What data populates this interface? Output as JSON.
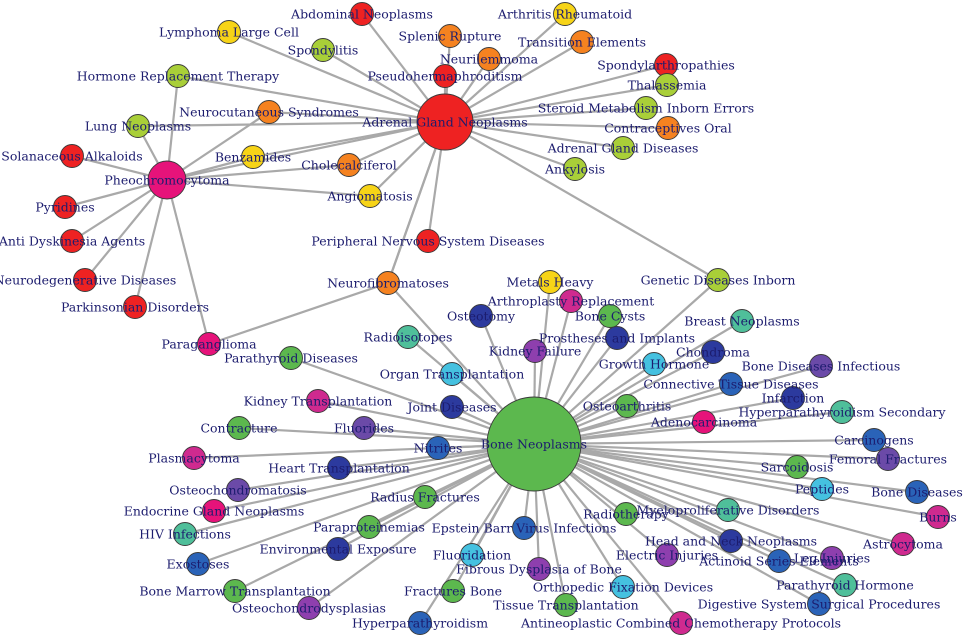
{
  "colors": {
    "red": "#ee2222",
    "orange": "#f58220",
    "yellow": "#f7d417",
    "lime": "#a9cf38",
    "green": "#5cb84e",
    "teal": "#4fbf9a",
    "cyan": "#45c1e0",
    "blue": "#2a63b8",
    "navy": "#2c3a9e",
    "purple": "#6b4aa8",
    "violet": "#8e3fae",
    "magenta": "#cf2a8f",
    "pink": "#e6137a"
  },
  "hubs": {
    "adrenal": {
      "label": "Adrenal Gland Neoplasms",
      "color": "red"
    },
    "pheo": {
      "label": "Pheochromocytoma",
      "color": "pink"
    },
    "bone": {
      "label": "Bone Neoplasms",
      "color": "green"
    }
  },
  "nodes": [
    {
      "id": "abdominal",
      "label": "Abdominal Neoplasms",
      "color": "red"
    },
    {
      "id": "arthritis",
      "label": "Arthritis  Rheumatoid",
      "color": "yellow"
    },
    {
      "id": "lymphoma",
      "label": "Lymphoma  Large Cell",
      "color": "yellow"
    },
    {
      "id": "splenic",
      "label": "Splenic Rupture",
      "color": "orange"
    },
    {
      "id": "spondylitis",
      "label": "Spondylitis",
      "color": "lime"
    },
    {
      "id": "transition",
      "label": "Transition Elements",
      "color": "orange"
    },
    {
      "id": "neurilemmoma",
      "label": "Neurilemmoma",
      "color": "orange"
    },
    {
      "id": "spondyloarthro",
      "label": "Spondylarthropathies",
      "color": "red"
    },
    {
      "id": "pseudoherm",
      "label": "Pseudohermaphroditism",
      "color": "red"
    },
    {
      "id": "hrt",
      "label": "Hormone Replacement Therapy",
      "color": "lime"
    },
    {
      "id": "thalassemia",
      "label": "Thalassemia",
      "color": "lime"
    },
    {
      "id": "steroid",
      "label": "Steroid Metabolism  Inborn Errors",
      "color": "lime"
    },
    {
      "id": "neurocut",
      "label": "Neurocutaneous Syndromes",
      "color": "orange"
    },
    {
      "id": "contraceptives",
      "label": "Contraceptives  Oral",
      "color": "orange"
    },
    {
      "id": "lung",
      "label": "Lung Neoplasms",
      "color": "lime"
    },
    {
      "id": "adrenaldis",
      "label": "Adrenal Gland Diseases",
      "color": "lime"
    },
    {
      "id": "solanaceous",
      "label": "Solanaceous Alkaloids",
      "color": "red"
    },
    {
      "id": "benzamides",
      "label": "Benzamides",
      "color": "yellow"
    },
    {
      "id": "cholecalciferol",
      "label": "Cholecalciferol",
      "color": "orange"
    },
    {
      "id": "ankylosis",
      "label": "Ankylosis",
      "color": "lime"
    },
    {
      "id": "angiomatosis",
      "label": "Angiomatosis",
      "color": "yellow"
    },
    {
      "id": "pyridines",
      "label": "Pyridines",
      "color": "red"
    },
    {
      "id": "antidysk",
      "label": "Anti Dyskinesia Agents",
      "color": "red"
    },
    {
      "id": "periph",
      "label": "Peripheral Nervous System Diseases",
      "color": "red"
    },
    {
      "id": "neurodegen",
      "label": "Neurodegenerative Diseases",
      "color": "red"
    },
    {
      "id": "neurofib",
      "label": "Neurofibromatoses",
      "color": "orange"
    },
    {
      "id": "metals",
      "label": "Metals  Heavy",
      "color": "yellow"
    },
    {
      "id": "genetic",
      "label": "Genetic Diseases  Inborn",
      "color": "lime"
    },
    {
      "id": "parkinsonian",
      "label": "Parkinsonian Disorders",
      "color": "red"
    },
    {
      "id": "arthroplasty",
      "label": "Arthroplasty  Replacement",
      "color": "magenta"
    },
    {
      "id": "bonecysts",
      "label": "Bone Cysts",
      "color": "green"
    },
    {
      "id": "osteotomy",
      "label": "Osteotomy",
      "color": "navy"
    },
    {
      "id": "breast",
      "label": "Breast Neoplasms",
      "color": "teal"
    },
    {
      "id": "paraganglioma",
      "label": "Paraganglioma",
      "color": "pink"
    },
    {
      "id": "radioisotopes",
      "label": "Radioisotopes",
      "color": "teal"
    },
    {
      "id": "prostheses",
      "label": "Prostheses and Implants",
      "color": "navy"
    },
    {
      "id": "kidneyfail",
      "label": "Kidney Failure",
      "color": "violet"
    },
    {
      "id": "chondroma",
      "label": "Chondroma",
      "color": "navy"
    },
    {
      "id": "parathyroiddis",
      "label": "Parathyroid Diseases",
      "color": "green"
    },
    {
      "id": "growth",
      "label": "Growth Hormone",
      "color": "cyan"
    },
    {
      "id": "bonedisinf",
      "label": "Bone Diseases  Infectious",
      "color": "purple"
    },
    {
      "id": "organtx",
      "label": "Organ Transplantation",
      "color": "cyan"
    },
    {
      "id": "connective",
      "label": "Connective Tissue Diseases",
      "color": "blue"
    },
    {
      "id": "kidneytx",
      "label": "Kidney Transplantation",
      "color": "magenta"
    },
    {
      "id": "infarction",
      "label": "Infarction",
      "color": "navy"
    },
    {
      "id": "osteoarthritis",
      "label": "Osteoarthritis",
      "color": "green"
    },
    {
      "id": "jointdis",
      "label": "Joint Diseases",
      "color": "navy"
    },
    {
      "id": "hyperpara2",
      "label": "Hyperparathyroidism  Secondary",
      "color": "teal"
    },
    {
      "id": "contracture",
      "label": "Contracture",
      "color": "green"
    },
    {
      "id": "fluorides",
      "label": "Fluorides",
      "color": "purple"
    },
    {
      "id": "adenocarcinoma",
      "label": "Adenocarcinoma",
      "color": "pink"
    },
    {
      "id": "carcinogens",
      "label": "Carcinogens",
      "color": "blue"
    },
    {
      "id": "nitrites",
      "label": "Nitrites",
      "color": "blue"
    },
    {
      "id": "plasmacytoma",
      "label": "Plasmacytoma",
      "color": "magenta"
    },
    {
      "id": "femoral",
      "label": "Femoral Fractures",
      "color": "purple"
    },
    {
      "id": "hearttx",
      "label": "Heart Transplantation",
      "color": "navy"
    },
    {
      "id": "sarcoidosis",
      "label": "Sarcoidosis",
      "color": "green"
    },
    {
      "id": "osteochondromatosis",
      "label": "Osteochondromatosis",
      "color": "purple"
    },
    {
      "id": "peptides",
      "label": "Peptides",
      "color": "cyan"
    },
    {
      "id": "bonedis",
      "label": "Bone Diseases",
      "color": "blue"
    },
    {
      "id": "radius",
      "label": "Radius Fractures",
      "color": "green"
    },
    {
      "id": "endocrine",
      "label": "Endocrine Gland Neoplasms",
      "color": "pink"
    },
    {
      "id": "burns",
      "label": "Burns",
      "color": "magenta"
    },
    {
      "id": "myelo",
      "label": "Myeloproliferative Disorders",
      "color": "teal"
    },
    {
      "id": "radiotherapy",
      "label": "Radiotherapy",
      "color": "green"
    },
    {
      "id": "paraprot",
      "label": "Paraproteinemias",
      "color": "green"
    },
    {
      "id": "hiv",
      "label": "HIV Infections",
      "color": "teal"
    },
    {
      "id": "epstein",
      "label": "Epstein Barr Virus Infections",
      "color": "blue"
    },
    {
      "id": "headneck",
      "label": "Head and Neck Neoplasms",
      "color": "navy"
    },
    {
      "id": "astrocytoma",
      "label": "Astrocytoma",
      "color": "magenta"
    },
    {
      "id": "electric",
      "label": "Electric Injuries",
      "color": "violet"
    },
    {
      "id": "actinoid",
      "label": "Actinoid Series Elements",
      "color": "blue"
    },
    {
      "id": "leginj",
      "label": "Leg Injuries",
      "color": "violet"
    },
    {
      "id": "environ",
      "label": "Environmental Exposure",
      "color": "navy"
    },
    {
      "id": "fluoridation",
      "label": "Fluoridation",
      "color": "cyan"
    },
    {
      "id": "exostoses",
      "label": "Exostoses",
      "color": "blue"
    },
    {
      "id": "fibrous",
      "label": "Fibrous Dysplasia of Bone",
      "color": "violet"
    },
    {
      "id": "parahormone",
      "label": "Parathyroid Hormone",
      "color": "teal"
    },
    {
      "id": "orthopedic",
      "label": "Orthopedic Fixation Devices",
      "color": "cyan"
    },
    {
      "id": "bonemarrow",
      "label": "Bone Marrow Transplantation",
      "color": "green"
    },
    {
      "id": "fracturesbone",
      "label": "Fractures  Bone",
      "color": "green"
    },
    {
      "id": "digestive",
      "label": "Digestive System Surgical Procedures",
      "color": "blue"
    },
    {
      "id": "osteochondrodys",
      "label": "Osteochondrodysplasias",
      "color": "violet"
    },
    {
      "id": "tissuetx",
      "label": "Tissue Transplantation",
      "color": "green"
    },
    {
      "id": "hyperpara",
      "label": "Hyperparathyroidism",
      "color": "blue"
    },
    {
      "id": "antineo",
      "label": "Antineoplastic Combined Chemotherapy Protocols",
      "color": "magenta"
    }
  ]
}
